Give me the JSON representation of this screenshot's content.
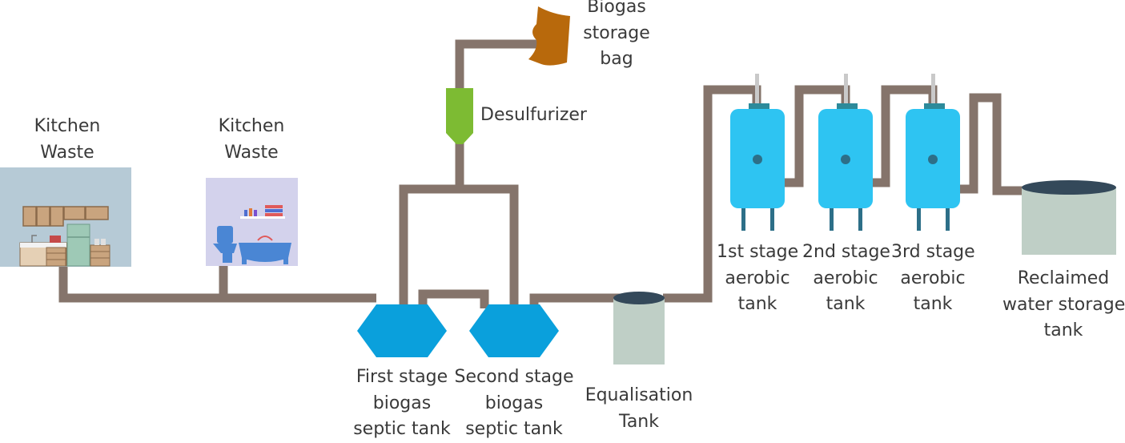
{
  "labels": {
    "kitchen_waste_1": [
      "Kitchen",
      "Waste"
    ],
    "kitchen_waste_2": [
      "Kitchen",
      "Waste"
    ],
    "biogas_bag": [
      "Biogas",
      "storage",
      "bag"
    ],
    "desulfurizer": [
      "Desulfurizer"
    ],
    "first_stage_biogas": [
      "First stage",
      "biogas",
      "septic tank"
    ],
    "second_stage_biogas": [
      "Second stage",
      "biogas",
      "septic tank"
    ],
    "equalisation": [
      "Equalisation",
      "Tank"
    ],
    "aerobic_1": [
      "1st stage",
      "aerobic",
      "tank"
    ],
    "aerobic_2": [
      "2nd stage",
      "aerobic",
      "tank"
    ],
    "aerobic_3": [
      "3rd stage",
      "aerobic",
      "tank"
    ],
    "reclaimed": [
      "Reclaimed",
      "water storage",
      "tank"
    ]
  },
  "colors": {
    "pipe": "#85746b",
    "septic_tank": "#0aa0dc",
    "aerobic_tank": "#2ec4f2",
    "aerobic_cap": "#2d8a9a",
    "tank_body": "#bfcfc6",
    "tank_lid": "#34495a",
    "desulfurizer": "#7dbb33",
    "biogas_bag": "#b8690c",
    "kitchen_bg": "#b6cad6",
    "bathroom_bg": "#d3d2ec",
    "text": "#3a3a3a"
  }
}
